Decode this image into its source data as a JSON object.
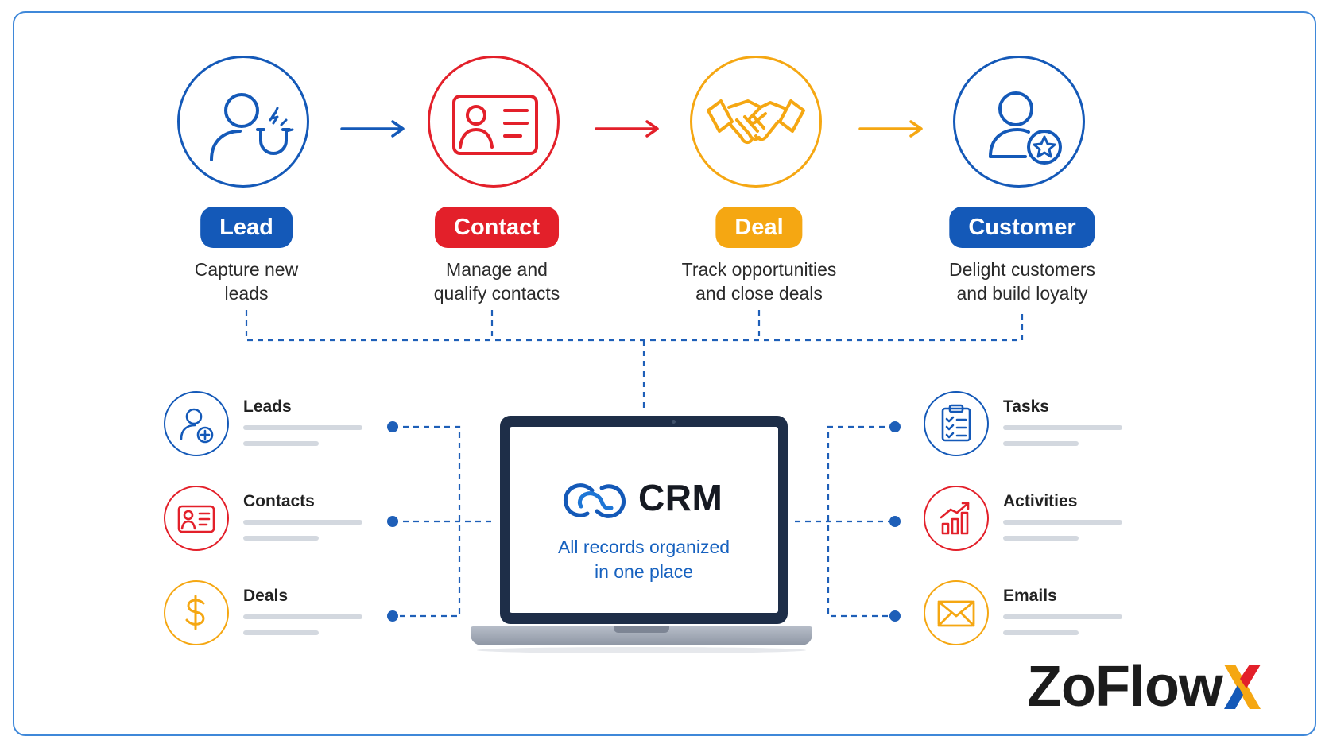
{
  "stages": [
    {
      "label": "Lead",
      "description": "Capture new\nleads",
      "color": "#1459b8",
      "icon": "user-magnet-icon"
    },
    {
      "label": "Contact",
      "description": "Manage and\nqualify contacts",
      "color": "#e3202a",
      "icon": "contact-card-icon"
    },
    {
      "label": "Deal",
      "description": "Track opportunities\nand close deals",
      "color": "#f5a712",
      "icon": "handshake-icon"
    },
    {
      "label": "Customer",
      "description": "Delight customers\nand build loyalty",
      "color": "#1459b8",
      "icon": "user-star-icon"
    }
  ],
  "crm": {
    "title": "CRM",
    "subtitle": "All records organized\nin one place"
  },
  "modules_left": [
    {
      "label": "Leads",
      "color": "#1459b8",
      "icon": "user-plus-icon"
    },
    {
      "label": "Contacts",
      "color": "#e3202a",
      "icon": "contact-card-icon"
    },
    {
      "label": "Deals",
      "color": "#f5a712",
      "icon": "dollar-icon"
    }
  ],
  "modules_right": [
    {
      "label": "Tasks",
      "color": "#1459b8",
      "icon": "clipboard-checklist-icon"
    },
    {
      "label": "Activities",
      "color": "#e3202a",
      "icon": "bar-chart-growth-icon"
    },
    {
      "label": "Emails",
      "color": "#f5a712",
      "icon": "envelope-icon"
    }
  ],
  "brand": {
    "name_prefix": "ZoFlow",
    "name_suffix": "X",
    "colors": [
      "#1459b8",
      "#e3202a",
      "#f5a712"
    ]
  },
  "connector_color": "#1e5fb8"
}
